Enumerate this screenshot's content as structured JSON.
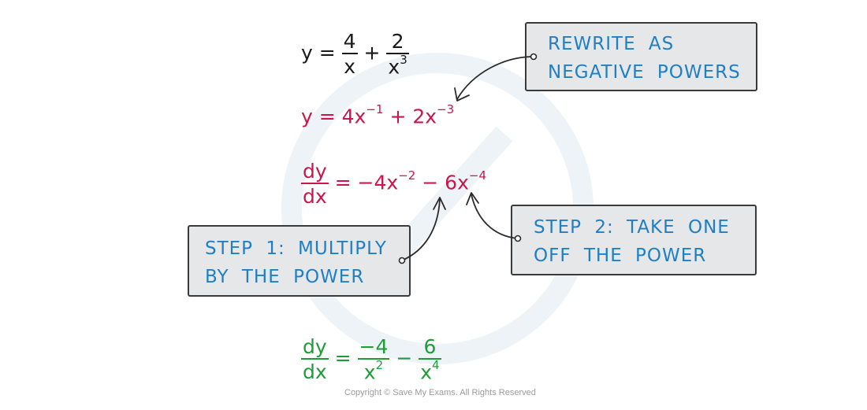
{
  "equations": {
    "original": {
      "lhs": "y",
      "eq": "=",
      "term1_num": "4",
      "term1_den": "x",
      "op": "+",
      "term2_num": "2",
      "term2_den_base": "x",
      "term2_den_exp": "3"
    },
    "rewritten": {
      "lhs": "y",
      "eq": "=",
      "term1": "4x",
      "term1_exp": "−1",
      "op": "+",
      "term2": "2x",
      "term2_exp": "−3"
    },
    "derivative": {
      "num": "dy",
      "den": "dx",
      "eq": "=",
      "term1": "−4x",
      "term1_exp": "−2",
      "op": "−",
      "term2": "6x",
      "term2_exp": "−4"
    },
    "final": {
      "num": "dy",
      "den": "dx",
      "eq": "=",
      "term1_num": "−4",
      "term1_den_base": "x",
      "term1_den_exp": "2",
      "op": "−",
      "term2_num": "6",
      "term2_den_base": "x",
      "term2_den_exp": "4"
    }
  },
  "notes": {
    "rewrite": {
      "line1": "REWRITE AS",
      "line2": "NEGATIVE POWERS"
    },
    "step1": {
      "line1": "STEP 1: MULTIPLY",
      "line2": "BY THE POWER"
    },
    "step2": {
      "line1": "STEP 2: TAKE ONE",
      "line2": "OFF THE POWER"
    }
  },
  "colors": {
    "black_text": "#1a1a1a",
    "rewritten": "#c8174a",
    "final": "#1f9b3a",
    "note_text": "#1f7fc4",
    "note_bg": "#e5e7e9"
  },
  "copyright": "Copyright © Save My Exams. All Rights Reserved"
}
